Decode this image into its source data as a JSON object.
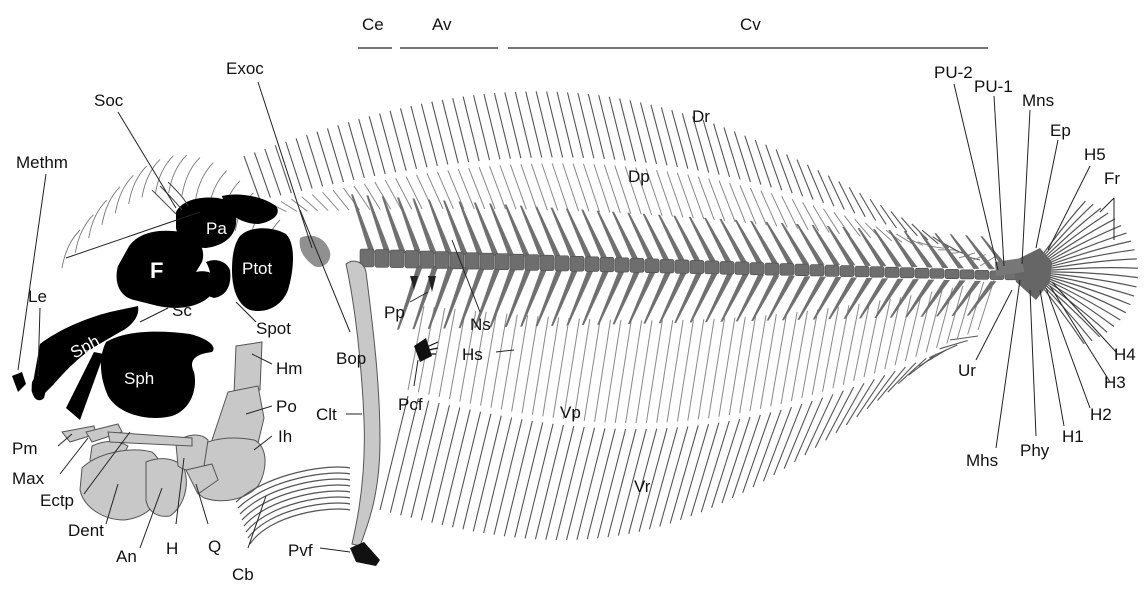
{
  "colors": {
    "background": "#ffffff",
    "skull_bone": "#000000",
    "cartilage": "#c8c8c8",
    "vertebrae": "#707070",
    "rays": "#555555",
    "label": "#111111"
  },
  "regions": {
    "ce": "Ce",
    "av": "Av",
    "cv": "Cv"
  },
  "labels": {
    "exoc": "Exoc",
    "soc": "Soc",
    "methm": "Methm",
    "pa": "Pa",
    "f": "F",
    "ptot": "Ptot",
    "le": "Le",
    "sph_upper": "Sph",
    "sc": "Sc",
    "spot": "Spot",
    "sph_lower": "Sph",
    "hm": "Hm",
    "po": "Po",
    "ih": "Ih",
    "pm": "Pm",
    "max": "Max",
    "ectp": "Ectp",
    "dent": "Dent",
    "an": "An",
    "h": "H",
    "q": "Q",
    "cb": "Cb",
    "pvf": "Pvf",
    "clt": "Clt",
    "bop": "Bop",
    "pcf": "Pcf",
    "pp": "Pp",
    "ns": "Ns",
    "hs": "Hs",
    "dr": "Dr",
    "dp": "Dp",
    "vp": "Vp",
    "vr": "Vr",
    "pu2": "PU-2",
    "pu1": "PU-1",
    "mns": "Mns",
    "ep": "Ep",
    "h5": "H5",
    "fr": "Fr",
    "ur": "Ur",
    "mhs": "Mhs",
    "phy": "Phy",
    "h1": "H1",
    "h2": "H2",
    "h3": "H3",
    "h4": "H4"
  }
}
